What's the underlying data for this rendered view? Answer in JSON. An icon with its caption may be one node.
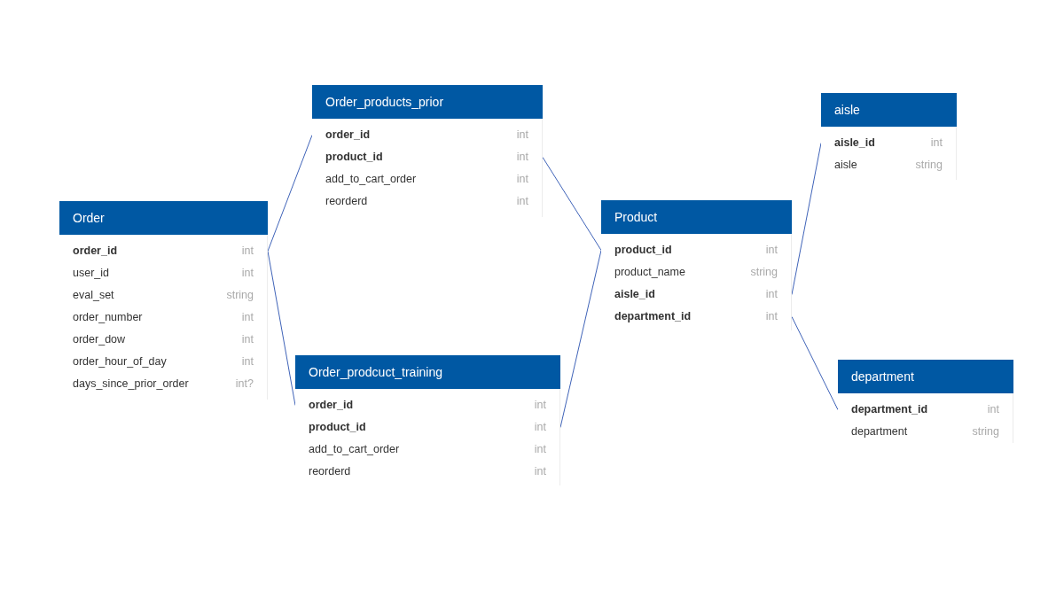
{
  "diagram": {
    "nodes": [
      {
        "text": [
          "Order"
        ]
      },
      {
        "text": [
          "**order_id**",
          "int"
        ],
        "in": 0
      },
      {
        "text": [
          "user_id",
          "int"
        ],
        "in": 0
      },
      {
        "text": [
          "eval_set",
          "string"
        ],
        "in": 0
      },
      {
        "text": [
          "order_number",
          "int"
        ],
        "in": 0
      },
      {
        "text": [
          "order_dow",
          "int"
        ],
        "in": 0
      },
      {
        "text": [
          "order_hour_of_day",
          "int"
        ],
        "in": 0
      },
      {
        "text": [
          "days_since_prior_order",
          "int?"
        ],
        "in": 0
      },
      {
        "text": [
          "Order_products_prior"
        ]
      },
      {
        "text": [
          "**order_id**",
          "int"
        ],
        "in": 8
      },
      {
        "text": [
          "**product_id**",
          "int"
        ],
        "in": 8
      },
      {
        "text": [
          "add_to_cart_order",
          "int"
        ],
        "in": 8
      },
      {
        "text": [
          "reorderd",
          "int"
        ],
        "in": 8
      },
      {
        "text": [
          "Order_prodcuct_training"
        ]
      },
      {
        "text": [
          "**order_id**",
          "int"
        ],
        "in": 13
      },
      {
        "text": [
          "**product_id**",
          "int"
        ],
        "in": 13
      },
      {
        "text": [
          "add_to_cart_order",
          "int"
        ],
        "in": 13
      },
      {
        "text": [
          "reorderd",
          "int"
        ],
        "in": 13
      },
      {
        "text": [
          "Product"
        ]
      },
      {
        "text": [
          "**product_id**",
          "int"
        ],
        "in": 18
      },
      {
        "text": [
          "product_name",
          "string"
        ],
        "in": 18
      },
      {
        "text": [
          "**aisle_id**",
          "int"
        ],
        "in": 18
      },
      {
        "text": [
          "**department_id**",
          "int"
        ],
        "in": 18
      },
      {
        "text": [
          "aisle"
        ]
      },
      {
        "text": [
          "**aisle_id**",
          "int"
        ],
        "in": 23
      },
      {
        "text": [
          "aisle",
          "string"
        ],
        "in": 23
      },
      {
        "text": [
          "department"
        ]
      },
      {
        "text": [
          "**department_id**",
          "int"
        ],
        "in": 26
      },
      {
        "text": [
          "department",
          "string"
        ],
        "in": 26
      }
    ],
    "edges": [
      {
        "from": 1,
        "to": 9,
        "arrow": "none"
      },
      {
        "from": 1,
        "to": 14,
        "arrow": "none"
      },
      {
        "from": 10,
        "to": 19,
        "arrow": "none"
      },
      {
        "from": 15,
        "to": 19,
        "arrow": "none"
      },
      {
        "from": 21,
        "to": 24,
        "arrow": "none"
      },
      {
        "from": 22,
        "to": 27,
        "arrow": "none"
      }
    ]
  }
}
